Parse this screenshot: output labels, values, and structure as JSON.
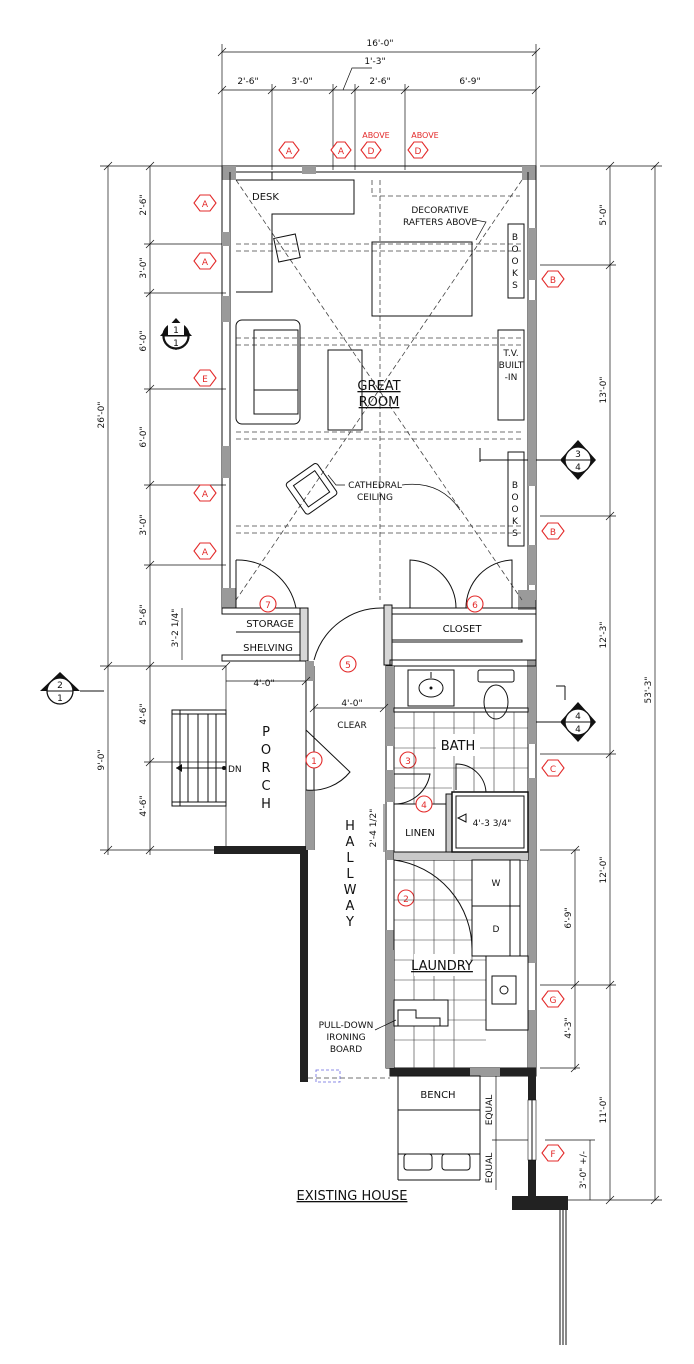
{
  "overall": {
    "width_dim": "16'-0\"",
    "height_left_dim": "26'-0\"",
    "height_right_dim": "53'-3\"",
    "porch_dim": "9'-0\""
  },
  "top_dims": [
    "2'-6\"",
    "3'-0\"",
    "2'-6\"",
    "6'-9\""
  ],
  "top_small_dim": "1'-3\"",
  "left_dims": [
    "2'-6\"",
    "3'-0\"",
    "6'-0\"",
    "6'-0\"",
    "3'-0\"",
    "5'-6\"",
    "4'-6\"",
    "4'-6\""
  ],
  "right_dims": [
    "5'-0\"",
    "13'-0\"",
    "12'-3\"",
    "12'-0\"",
    "11'-0\""
  ],
  "right_inner_dims": [
    "6'-9\"",
    "4'-3\"",
    "3'-0\" +/-"
  ],
  "interior_dims": {
    "storage_w": "3'-2 1/4\"",
    "porch_w": "4'-0\"",
    "clear_w": "4'-0\"",
    "clear_label": "CLEAR",
    "linen_w": "2'-4 1/2\"",
    "shower_w": "4'-3 3/4\"",
    "equal_1": "EQUAL",
    "equal_2": "EQUAL"
  },
  "window_tags": {
    "top": [
      "A",
      "A",
      "D",
      "D"
    ],
    "above": [
      "ABOVE",
      "ABOVE"
    ],
    "left": [
      "A",
      "A",
      "E",
      "A",
      "A"
    ],
    "right": [
      "B",
      "B",
      "C",
      "G",
      "F"
    ]
  },
  "door_tags": [
    "7",
    "6",
    "5",
    "1",
    "3",
    "4",
    "2"
  ],
  "section_markers": [
    {
      "top": "1",
      "bottom": "1"
    },
    {
      "top": "3",
      "bottom": "4"
    },
    {
      "top": "4",
      "bottom": "4"
    },
    {
      "top": "2",
      "bottom": "1"
    }
  ],
  "rooms": {
    "great_room_1": "GREAT",
    "great_room_2": "ROOM",
    "desk": "DESK",
    "rafters_1": "DECORATIVE",
    "rafters_2": "RAFTERS ABOVE",
    "books": "BOOKS",
    "tv_1": "T.V.",
    "tv_2": "BUILT",
    "tv_3": "-IN",
    "cathedral_1": "CATHEDRAL",
    "cathedral_2": "CEILING",
    "storage": "STORAGE",
    "shelving": "SHELVING",
    "closet": "CLOSET",
    "porch": "PORCH",
    "dn": "DN",
    "bath": "BATH",
    "hallway": "HALLWAY",
    "linen": "LINEN",
    "laundry": "LAUNDRY",
    "washer": "W",
    "dryer": "D",
    "ironing_1": "PULL-DOWN",
    "ironing_2": "IRONING",
    "ironing_3": "BOARD",
    "bench": "BENCH",
    "existing": "EXISTING HOUSE"
  }
}
